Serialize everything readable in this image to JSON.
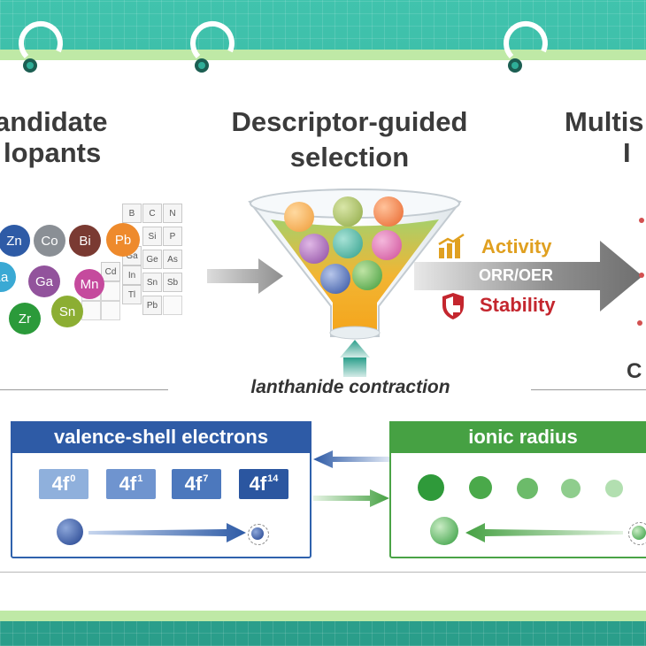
{
  "headings": {
    "left_line1": "andidate",
    "left_line2": "lopants",
    "center_line1": "Descriptor-guided",
    "center_line2": "selection",
    "right_line1": "Multis",
    "right_line2": "I"
  },
  "elements_color": [
    "Zn",
    "Co",
    "Bi",
    "Pb",
    "La",
    "Ga",
    "Mn",
    "Zr",
    "Sn"
  ],
  "periodic_cells": [
    "B",
    "C",
    "N",
    "Si",
    "P",
    "Ga",
    "Ge",
    "As",
    "Cd",
    "In",
    "Sn",
    "Sb",
    "Tl",
    "Pb"
  ],
  "funnel": {
    "activity": "Activity",
    "orr_oer": "ORR/OER",
    "stability": "Stability"
  },
  "caption": "lanthanide contraction",
  "right_cut": "C",
  "valence_box": {
    "title": "valence-shell electrons",
    "orbitals": [
      {
        "base": "4f",
        "sup": "0",
        "color": "#8fb0dc"
      },
      {
        "base": "4f",
        "sup": "1",
        "color": "#6f94cf"
      },
      {
        "base": "4f",
        "sup": "7",
        "color": "#4c78bd"
      },
      {
        "base": "4f",
        "sup": "14",
        "color": "#2b56a0"
      }
    ]
  },
  "radius_box": {
    "title": "ionic radius"
  },
  "colors": {
    "frame": "#2fae98",
    "strip": "#bfe9a6",
    "blue": "#2e5ba6",
    "green": "#46a143",
    "activity": "#e0a020",
    "stability": "#c4262e"
  }
}
